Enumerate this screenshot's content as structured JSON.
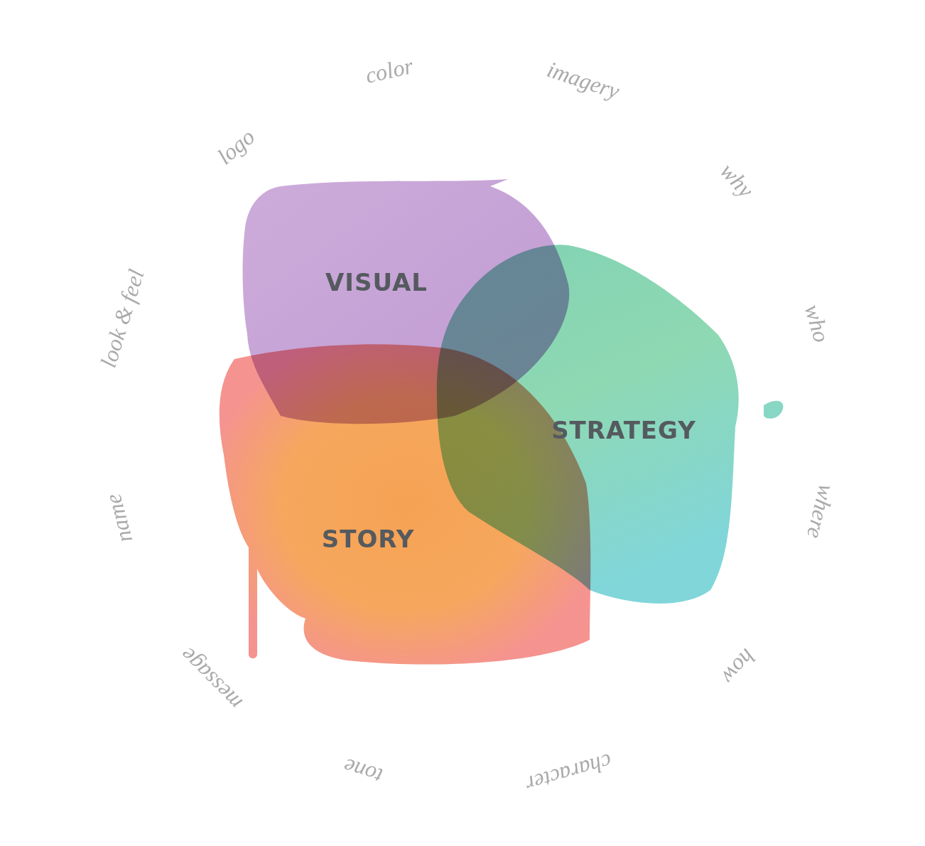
{
  "diagram": {
    "nodes": [
      {
        "text": [
          "VISUAL"
        ]
      },
      {
        "text": [
          "STRATEGY"
        ]
      },
      {
        "text": [
          "STORY"
        ]
      }
    ],
    "labels": [
      "color",
      "imagery",
      "why",
      "who",
      "where",
      "how",
      "character",
      "tone",
      "message",
      "name",
      "look & feel",
      "logo"
    ]
  }
}
